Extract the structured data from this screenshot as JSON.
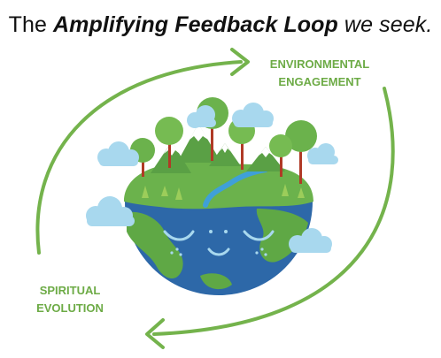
{
  "title": {
    "prefix": "The ",
    "emphasis": "Amplifying Feedback Loop",
    "suffix": " we seek."
  },
  "labels": {
    "environmental": [
      "ENVIRONMENTAL",
      "ENGAGEMENT"
    ],
    "spiritual": [
      "SPIRITUAL",
      "EVOLUTION"
    ]
  },
  "colors": {
    "arrow": "#74b34c",
    "label": "#6dab46",
    "ocean": "#2d68a8",
    "land": "#6bb24c",
    "grass": "#9ccd5a",
    "cloud": "#a8d8ee",
    "mountain_snow": "#ffffff",
    "tree_trunk": "#b03a26"
  },
  "icons": [
    "cycle-arrow-top-icon",
    "cycle-arrow-bottom-icon",
    "earth-smiling-icon"
  ]
}
